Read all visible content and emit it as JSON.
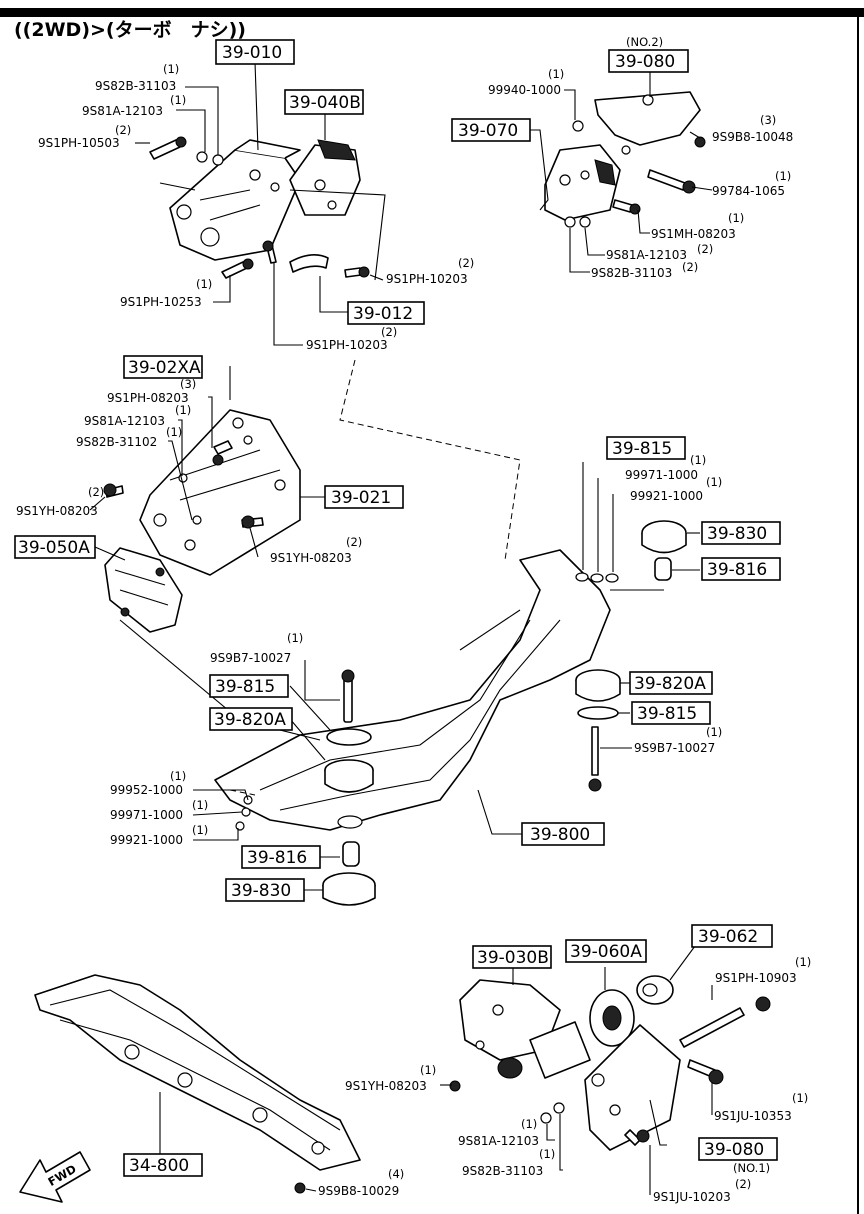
{
  "header": "((2WD)>(ターボ　ナシ))",
  "boxes": {
    "b39010": "39-010",
    "b39040b": "39-040B",
    "b39012": "39-012",
    "b39080top": "39-080",
    "b39070": "39-070",
    "b3902xa": "39-02XA",
    "b39021": "39-021",
    "b39050a": "39-050A",
    "b39815a": "39-815",
    "b39830a": "39-830",
    "b39816a": "39-816",
    "b39820a_r": "39-820A",
    "b39815b": "39-815",
    "b39815c": "39-815",
    "b39820a_l": "39-820A",
    "b39800": "39-800",
    "b39816b": "39-816",
    "b39830b": "39-830",
    "b39030b": "39-030B",
    "b39060a": "39-060A",
    "b39062": "39-062",
    "b39080bot": "39-080",
    "b34800": "34-800"
  },
  "notes": {
    "no2": "(NO.2)",
    "no1": "(NO.1)",
    "fwd": "FWD"
  },
  "parts": [
    {
      "pn": "9S82B-31103",
      "qty": "(1)"
    },
    {
      "pn": "9S81A-12103",
      "qty": "(1)"
    },
    {
      "pn": "9S1PH-10503",
      "qty": "(2)"
    },
    {
      "pn": "9S1PH-10253",
      "qty": "(1)"
    },
    {
      "pn": "9S1PH-10203",
      "qty": "(2)"
    },
    {
      "pn": "9S1PH-10203",
      "qty": "(2)"
    },
    {
      "pn": "99940-1000",
      "qty": "(1)"
    },
    {
      "pn": "9S9B8-10048",
      "qty": "(3)"
    },
    {
      "pn": "99784-1065",
      "qty": "(1)"
    },
    {
      "pn": "9S1MH-08203",
      "qty": "(1)"
    },
    {
      "pn": "9S81A-12103",
      "qty": "(2)"
    },
    {
      "pn": "9S82B-31103",
      "qty": "(2)"
    },
    {
      "pn": "9S1PH-08203",
      "qty": "(3)"
    },
    {
      "pn": "9S81A-12103",
      "qty": "(1)"
    },
    {
      "pn": "9S82B-31102",
      "qty": "(1)"
    },
    {
      "pn": "9S1YH-08203",
      "qty": "(2)"
    },
    {
      "pn": "9S1YH-08203",
      "qty": "(2)"
    },
    {
      "pn": "99971-1000",
      "qty": "(1)"
    },
    {
      "pn": "99921-1000",
      "qty": "(1)"
    },
    {
      "pn": "9S9B7-10027",
      "qty": "(1)"
    },
    {
      "pn": "9S9B7-10027",
      "qty": "(1)"
    },
    {
      "pn": "99952-1000",
      "qty": "(1)"
    },
    {
      "pn": "99971-1000",
      "qty": "(1)"
    },
    {
      "pn": "99921-1000",
      "qty": "(1)"
    },
    {
      "pn": "9S1PH-10903",
      "qty": "(1)"
    },
    {
      "pn": "9S1YH-08203",
      "qty": "(1)"
    },
    {
      "pn": "9S1JU-10353",
      "qty": "(1)"
    },
    {
      "pn": "9S81A-12103",
      "qty": "(1)"
    },
    {
      "pn": "9S82B-31103",
      "qty": "(1)"
    },
    {
      "pn": "9S1JU-10203",
      "qty": "(2)"
    },
    {
      "pn": "9S9B8-10029",
      "qty": "(4)"
    }
  ]
}
